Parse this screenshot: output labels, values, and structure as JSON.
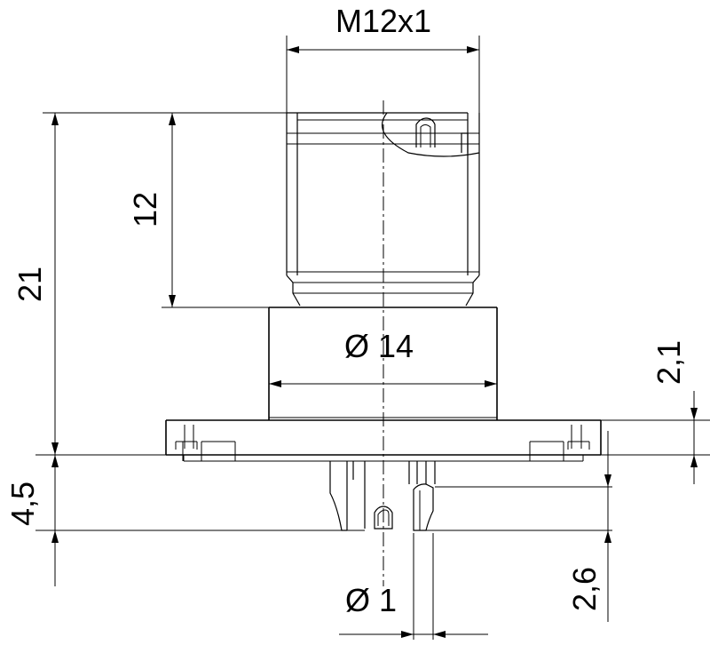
{
  "drawing": {
    "labels": {
      "thread": "M12x1",
      "overall_height": "21",
      "thread_length": "12",
      "body_diameter": "Ø 14",
      "flange_thickness": "2,1",
      "pin_length": "4,5",
      "pin_offset": "2,6",
      "pin_diameter": "Ø 1"
    },
    "colors": {
      "line": "#000000",
      "background": "#ffffff"
    }
  }
}
